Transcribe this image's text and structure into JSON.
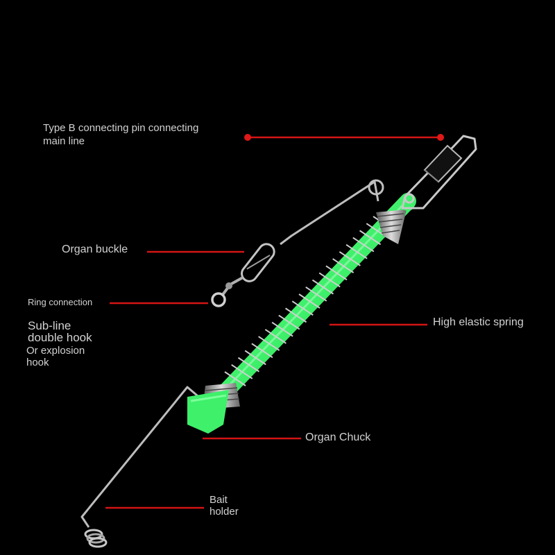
{
  "labels": {
    "type_b_pin": {
      "line1": "Type B connecting pin connecting",
      "line2": "main line"
    },
    "organ_buckle": "Organ buckle",
    "ring_connection": "Ring connection",
    "sub_line": {
      "line1": "Sub-line",
      "line2": "double hook"
    },
    "explosion_hook": {
      "line1": "Or explosion",
      "line2": "hook"
    },
    "high_elastic_spring": "High elastic spring",
    "organ_chuck": "Organ Chuck",
    "bait_holder": {
      "line1": "Bait",
      "line2": "holder"
    }
  },
  "colors": {
    "background": "#000000",
    "pointer": "#d41414",
    "spring_body": "#3ef06a",
    "metal": "#b8b8b8",
    "text": "#d2d2d2"
  }
}
